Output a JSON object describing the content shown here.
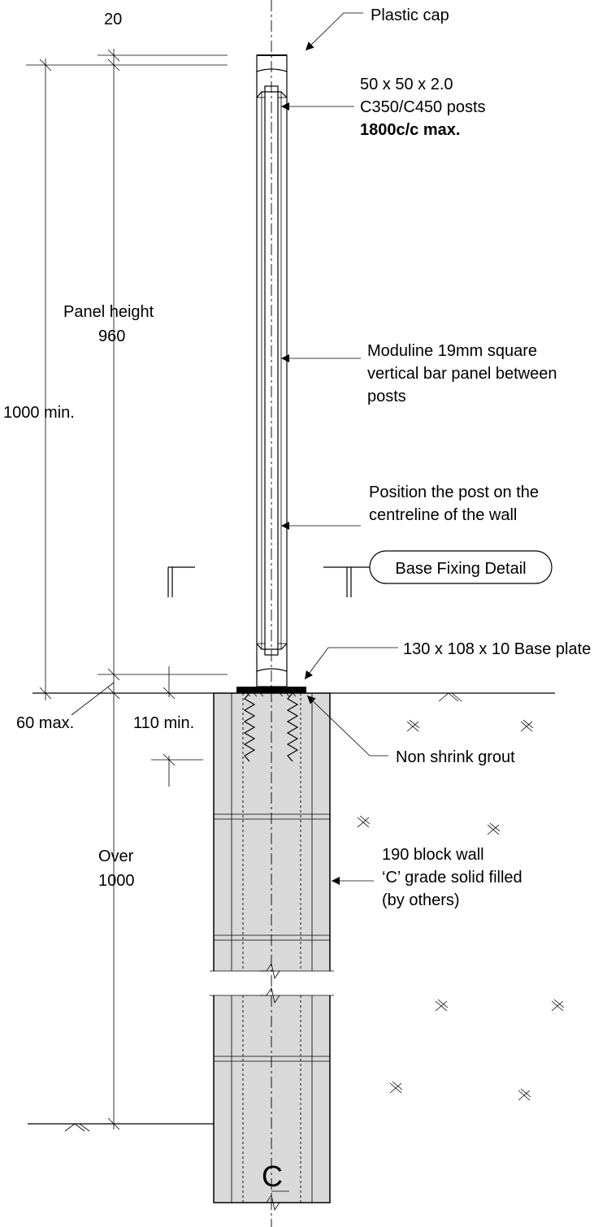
{
  "dimensions": {
    "cap_gap": "20",
    "panel_height_line1": "Panel height",
    "panel_height_line2": "960",
    "overall_height": "1000 min.",
    "bottom_gap": "60 max.",
    "embed_depth": "110 min.",
    "wall_height_line1": "Over",
    "wall_height_line2": "1000"
  },
  "callouts": {
    "plastic_cap": "Plastic cap",
    "post_size": "50 x 50 x 2.0",
    "post_grade": "C350/C450 posts",
    "post_spacing": "1800c/c max.",
    "panel_line1": "Moduline 19mm square",
    "panel_line2": "vertical bar panel between",
    "panel_line3": "posts",
    "position_line1": "Position the post on the",
    "position_line2": "centreline of the wall",
    "section_marker": "Base Fixing Detail",
    "base_plate": "130 x 108 x 10 Base plate",
    "grout": "Non shrink grout",
    "wall_line1": "190 block wall",
    "wall_line2": "‘C’ grade solid filled",
    "wall_line3": "(by others)",
    "centreline_symbol": "C"
  }
}
